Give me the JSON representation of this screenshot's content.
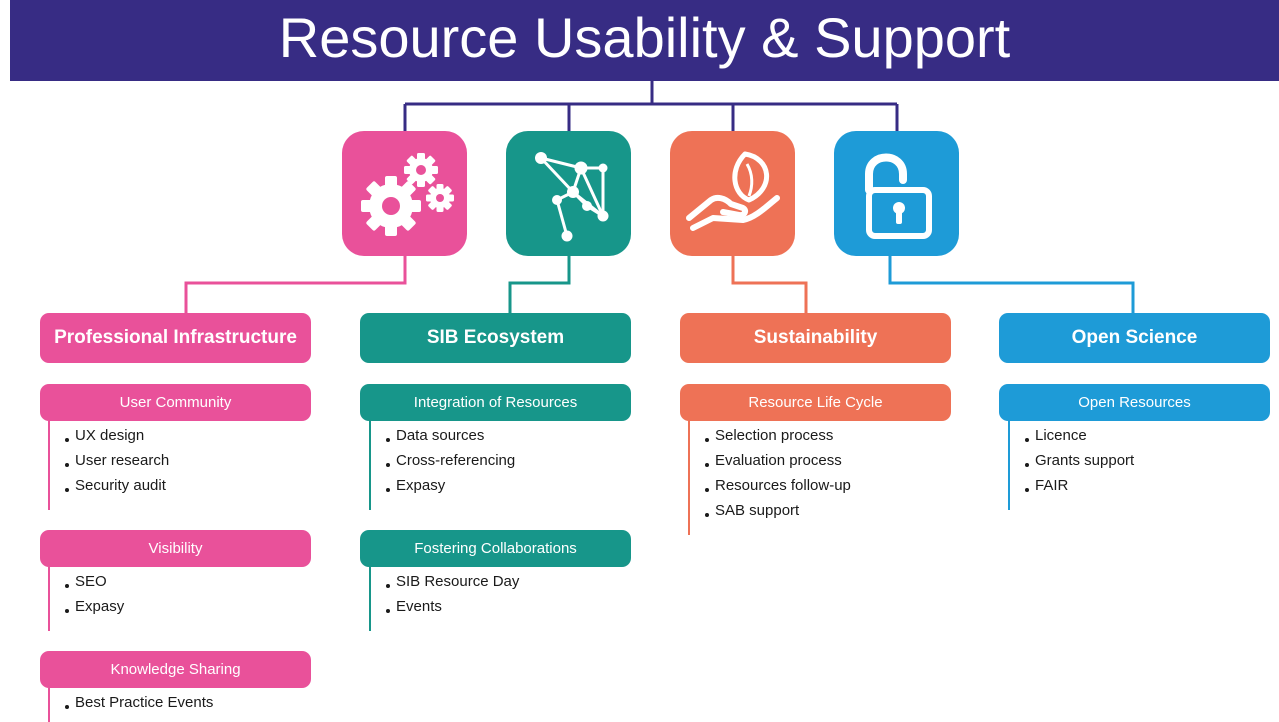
{
  "title": "Resource Usability & Support",
  "colors": {
    "header": "#372c84",
    "pink": "#e9519a",
    "teal": "#17968a",
    "orange": "#ee7256",
    "blue": "#1e9bd7"
  },
  "columns": [
    {
      "icon": "gears-icon",
      "category": "Professional Infrastructure",
      "groups": [
        {
          "title": "User Community",
          "items": [
            "UX design",
            "User research",
            "Security audit"
          ]
        },
        {
          "title": "Visibility",
          "items": [
            "SEO",
            "Expasy"
          ]
        },
        {
          "title": "Knowledge Sharing",
          "items": [
            "Best Practice Events"
          ]
        }
      ]
    },
    {
      "icon": "network-icon",
      "category": "SIB Ecosystem",
      "groups": [
        {
          "title": "Integration of Resources",
          "items": [
            "Data sources",
            "Cross-referencing",
            "Expasy"
          ]
        },
        {
          "title": "Fostering Collaborations",
          "items": [
            "SIB Resource Day",
            "Events"
          ]
        }
      ]
    },
    {
      "icon": "hand-leaf-icon",
      "category": "Sustainability",
      "groups": [
        {
          "title": "Resource Life Cycle",
          "items": [
            "Selection process",
            "Evaluation process",
            "Resources follow-up",
            "SAB support"
          ]
        }
      ]
    },
    {
      "icon": "open-lock-icon",
      "category": "Open Science",
      "groups": [
        {
          "title": "Open Resources",
          "items": [
            "Licence",
            "Grants support",
            "FAIR"
          ]
        }
      ]
    }
  ]
}
